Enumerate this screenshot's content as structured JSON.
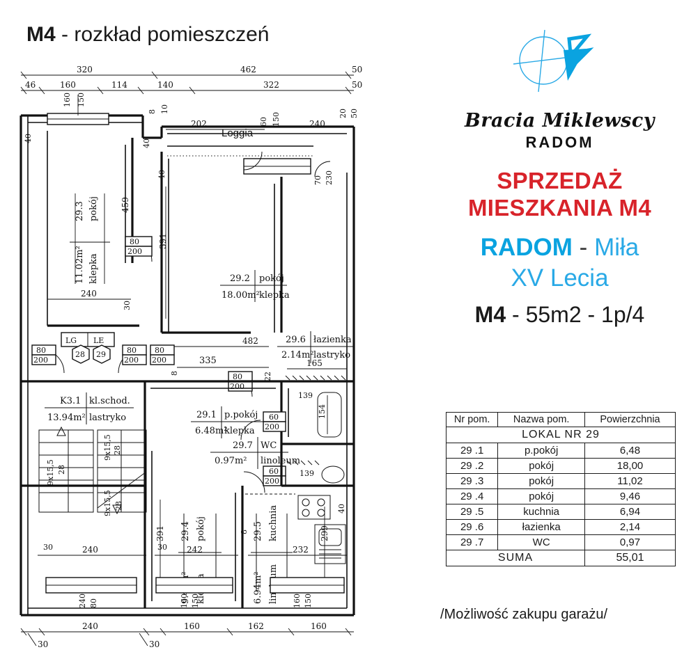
{
  "plan": {
    "title_bold": "M4",
    "title_rest": " - rozkład pomieszczeń",
    "loggia_label": "Loggia",
    "stairwell": {
      "code": "K3.1",
      "name": "kl.schod.",
      "area": "13.94m²",
      "floor": "lastryko"
    },
    "riser_label_left": "LG",
    "riser_label_right": "LE",
    "flat_badges": [
      "28",
      "29"
    ],
    "stair_run_left": "9x15,5",
    "stair_tread_left": "28",
    "stair_run_right": "9x15,5",
    "stair_tread_right": "28",
    "stair_rise_mid": "9x15,5",
    "stair_tread_mid": "28",
    "rooms": [
      {
        "code": "29.3",
        "name": "pokój",
        "area": "11.02m²",
        "floor": "klepka"
      },
      {
        "code": "29.2",
        "name": "pokój",
        "area": "18.00m²",
        "floor": "klepka"
      },
      {
        "code": "29.6",
        "name": "łazienka",
        "area": "2.14m²",
        "floor": "lastryko"
      },
      {
        "code": "29.1",
        "name": "p.pokój",
        "area": "6.48m²",
        "floor": "klepka"
      },
      {
        "code": "29.7",
        "name": "WC",
        "area": "0.97m²",
        "floor": "linoleum"
      },
      {
        "code": "29.4",
        "name": "pokój",
        "area": "9.46m²",
        "floor": "klepka"
      },
      {
        "code": "29.5",
        "name": "kuchnia",
        "area": "6.94m²",
        "floor": "linoleum"
      }
    ],
    "dim_top_upper": [
      "320",
      "462",
      "50"
    ],
    "dim_top_lower": [
      "46",
      "160",
      "114",
      "140",
      "322",
      "50"
    ],
    "dim_bottom": [
      "240",
      "160",
      "162",
      "160"
    ],
    "dim_bottom_offsets": [
      "30",
      "30"
    ],
    "dim_interior": [
      "459",
      "381",
      "240",
      "30",
      "482",
      "335",
      "391",
      "242",
      "232",
      "299",
      "202",
      "240",
      "165",
      "154",
      "8",
      "40",
      "30"
    ],
    "openings": [
      {
        "w": "80",
        "h": "200"
      },
      {
        "w": "60",
        "h": "200"
      },
      {
        "w": "160",
        "h": "150"
      },
      {
        "w": "240",
        "h": "80"
      },
      {
        "w": "60",
        "h": "150"
      },
      {
        "w": "70",
        "h": "230"
      },
      {
        "w": "20",
        "h": "50"
      },
      {
        "w": "139",
        "h": ""
      }
    ]
  },
  "panel": {
    "logo_icon": "compass-north-arrow",
    "brand_name": "Bracia Miklewscy",
    "brand_city": "RADOM",
    "sale_line1": "SPRZEDAŻ",
    "sale_line2": "MIESZKANIA M4",
    "loc_city": "RADOM",
    "loc_dash": " - ",
    "loc_street": "Miła",
    "loc_line2": "XV Lecia",
    "spec_code": "M4",
    "spec_rest": " - 55m2 - 1p/4",
    "garage_note": "/Możliwość zakupu garażu/",
    "colors": {
      "red": "#d8232a",
      "blue_bold": "#0aa3e0",
      "blue_light": "#29a9e6"
    }
  },
  "table": {
    "headers": [
      "Nr pom.",
      "Nazwa pom.",
      "Powierzchnia"
    ],
    "lokal_title": "LOKAL NR  29",
    "rows": [
      {
        "nr": "29 .1",
        "name": "p.pokój",
        "area": "6,48"
      },
      {
        "nr": "29 .2",
        "name": "pokój",
        "area": "18,00"
      },
      {
        "nr": "29 .3",
        "name": "pokój",
        "area": "11,02"
      },
      {
        "nr": "29 .4",
        "name": "pokój",
        "area": "9,46"
      },
      {
        "nr": "29 .5",
        "name": "kuchnia",
        "area": "6,94"
      },
      {
        "nr": "29 .6",
        "name": "łazienka",
        "area": "2,14"
      },
      {
        "nr": "29 .7",
        "name": "WC",
        "area": "0,97"
      }
    ],
    "sum_label": "SUMA",
    "sum_value": "55,01"
  }
}
